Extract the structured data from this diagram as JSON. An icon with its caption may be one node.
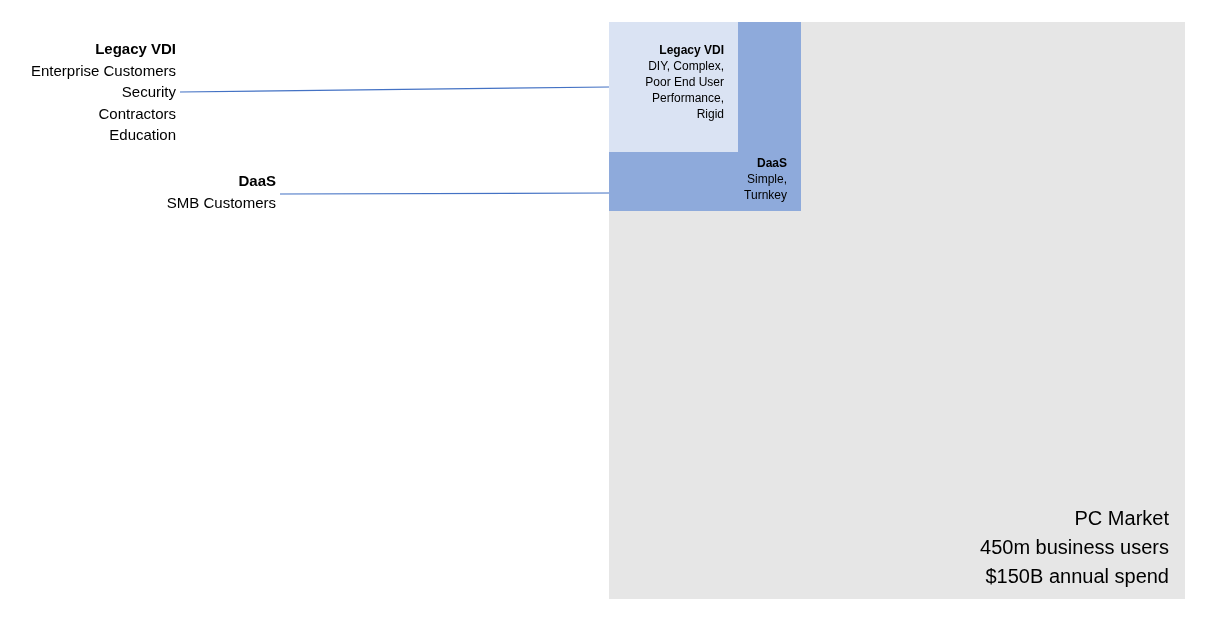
{
  "diagram": {
    "nodes": [
      {
        "text": [
          "Legacy VDI",
          "Enterprise Customers",
          "Security",
          "Contractors",
          "Education"
        ]
      },
      {
        "text": [
          "DaaS",
          "SMB Customers"
        ]
      },
      {
        "text": [
          "PC Market",
          "450m business users",
          "$150B annual spend"
        ]
      },
      {
        "text": [
          "DaaS",
          "Simple, Turnkey"
        ],
        "in": 2
      },
      {
        "text": [
          "Legacy VDI",
          "DIY, Complex, Poor End User Performance, Rigid"
        ],
        "in": 3
      }
    ],
    "edges": [
      {
        "from": 0,
        "to": 4,
        "arrow": "none"
      },
      {
        "from": 1,
        "to": 3,
        "arrow": "none"
      }
    ]
  }
}
